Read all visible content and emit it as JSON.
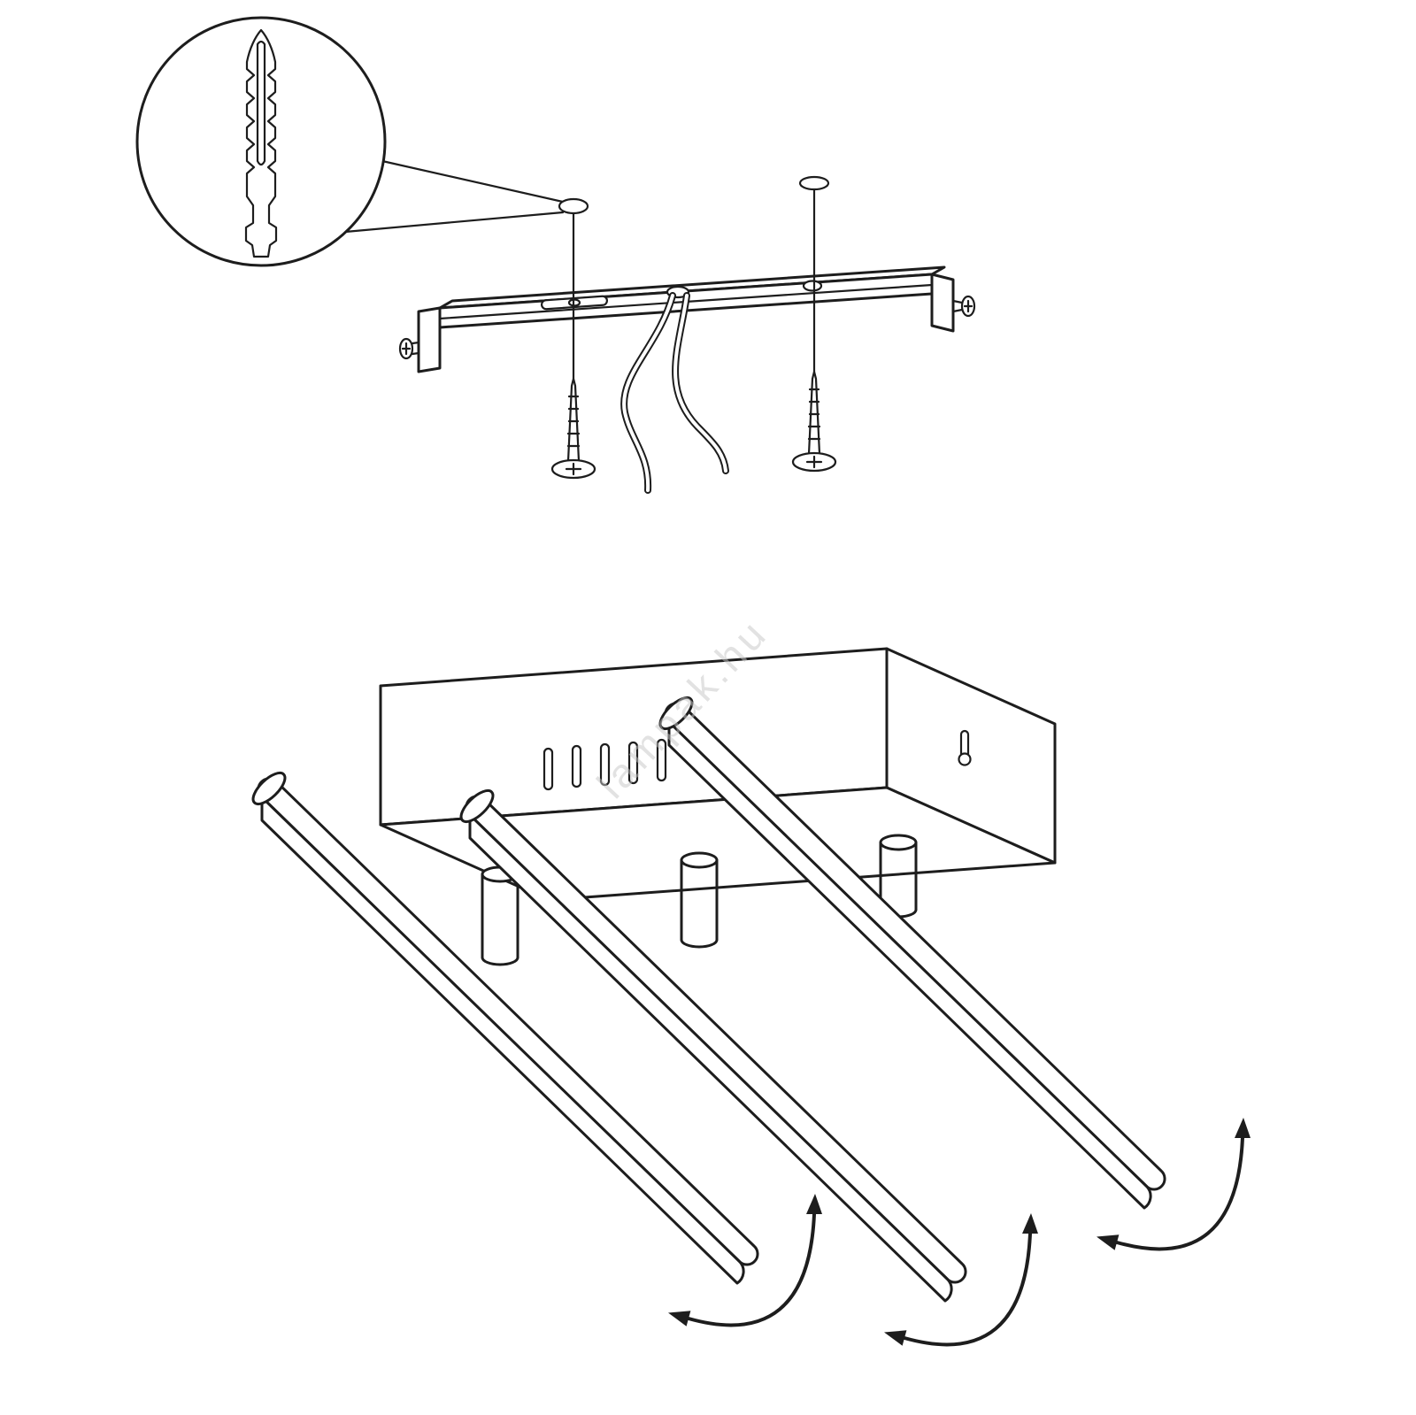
{
  "colors": {
    "background": "#ffffff",
    "ink": "#1d1d1d",
    "watermark": "#c6c6c6"
  },
  "watermark": {
    "text": "lampak.hu"
  },
  "shapes": {
    "rotation_arrow_count": 3,
    "light_bar_count": 3,
    "mounting_post_count": 3,
    "vent_slot_count": 5,
    "screw_count": 2,
    "side_screw_count": 2
  }
}
